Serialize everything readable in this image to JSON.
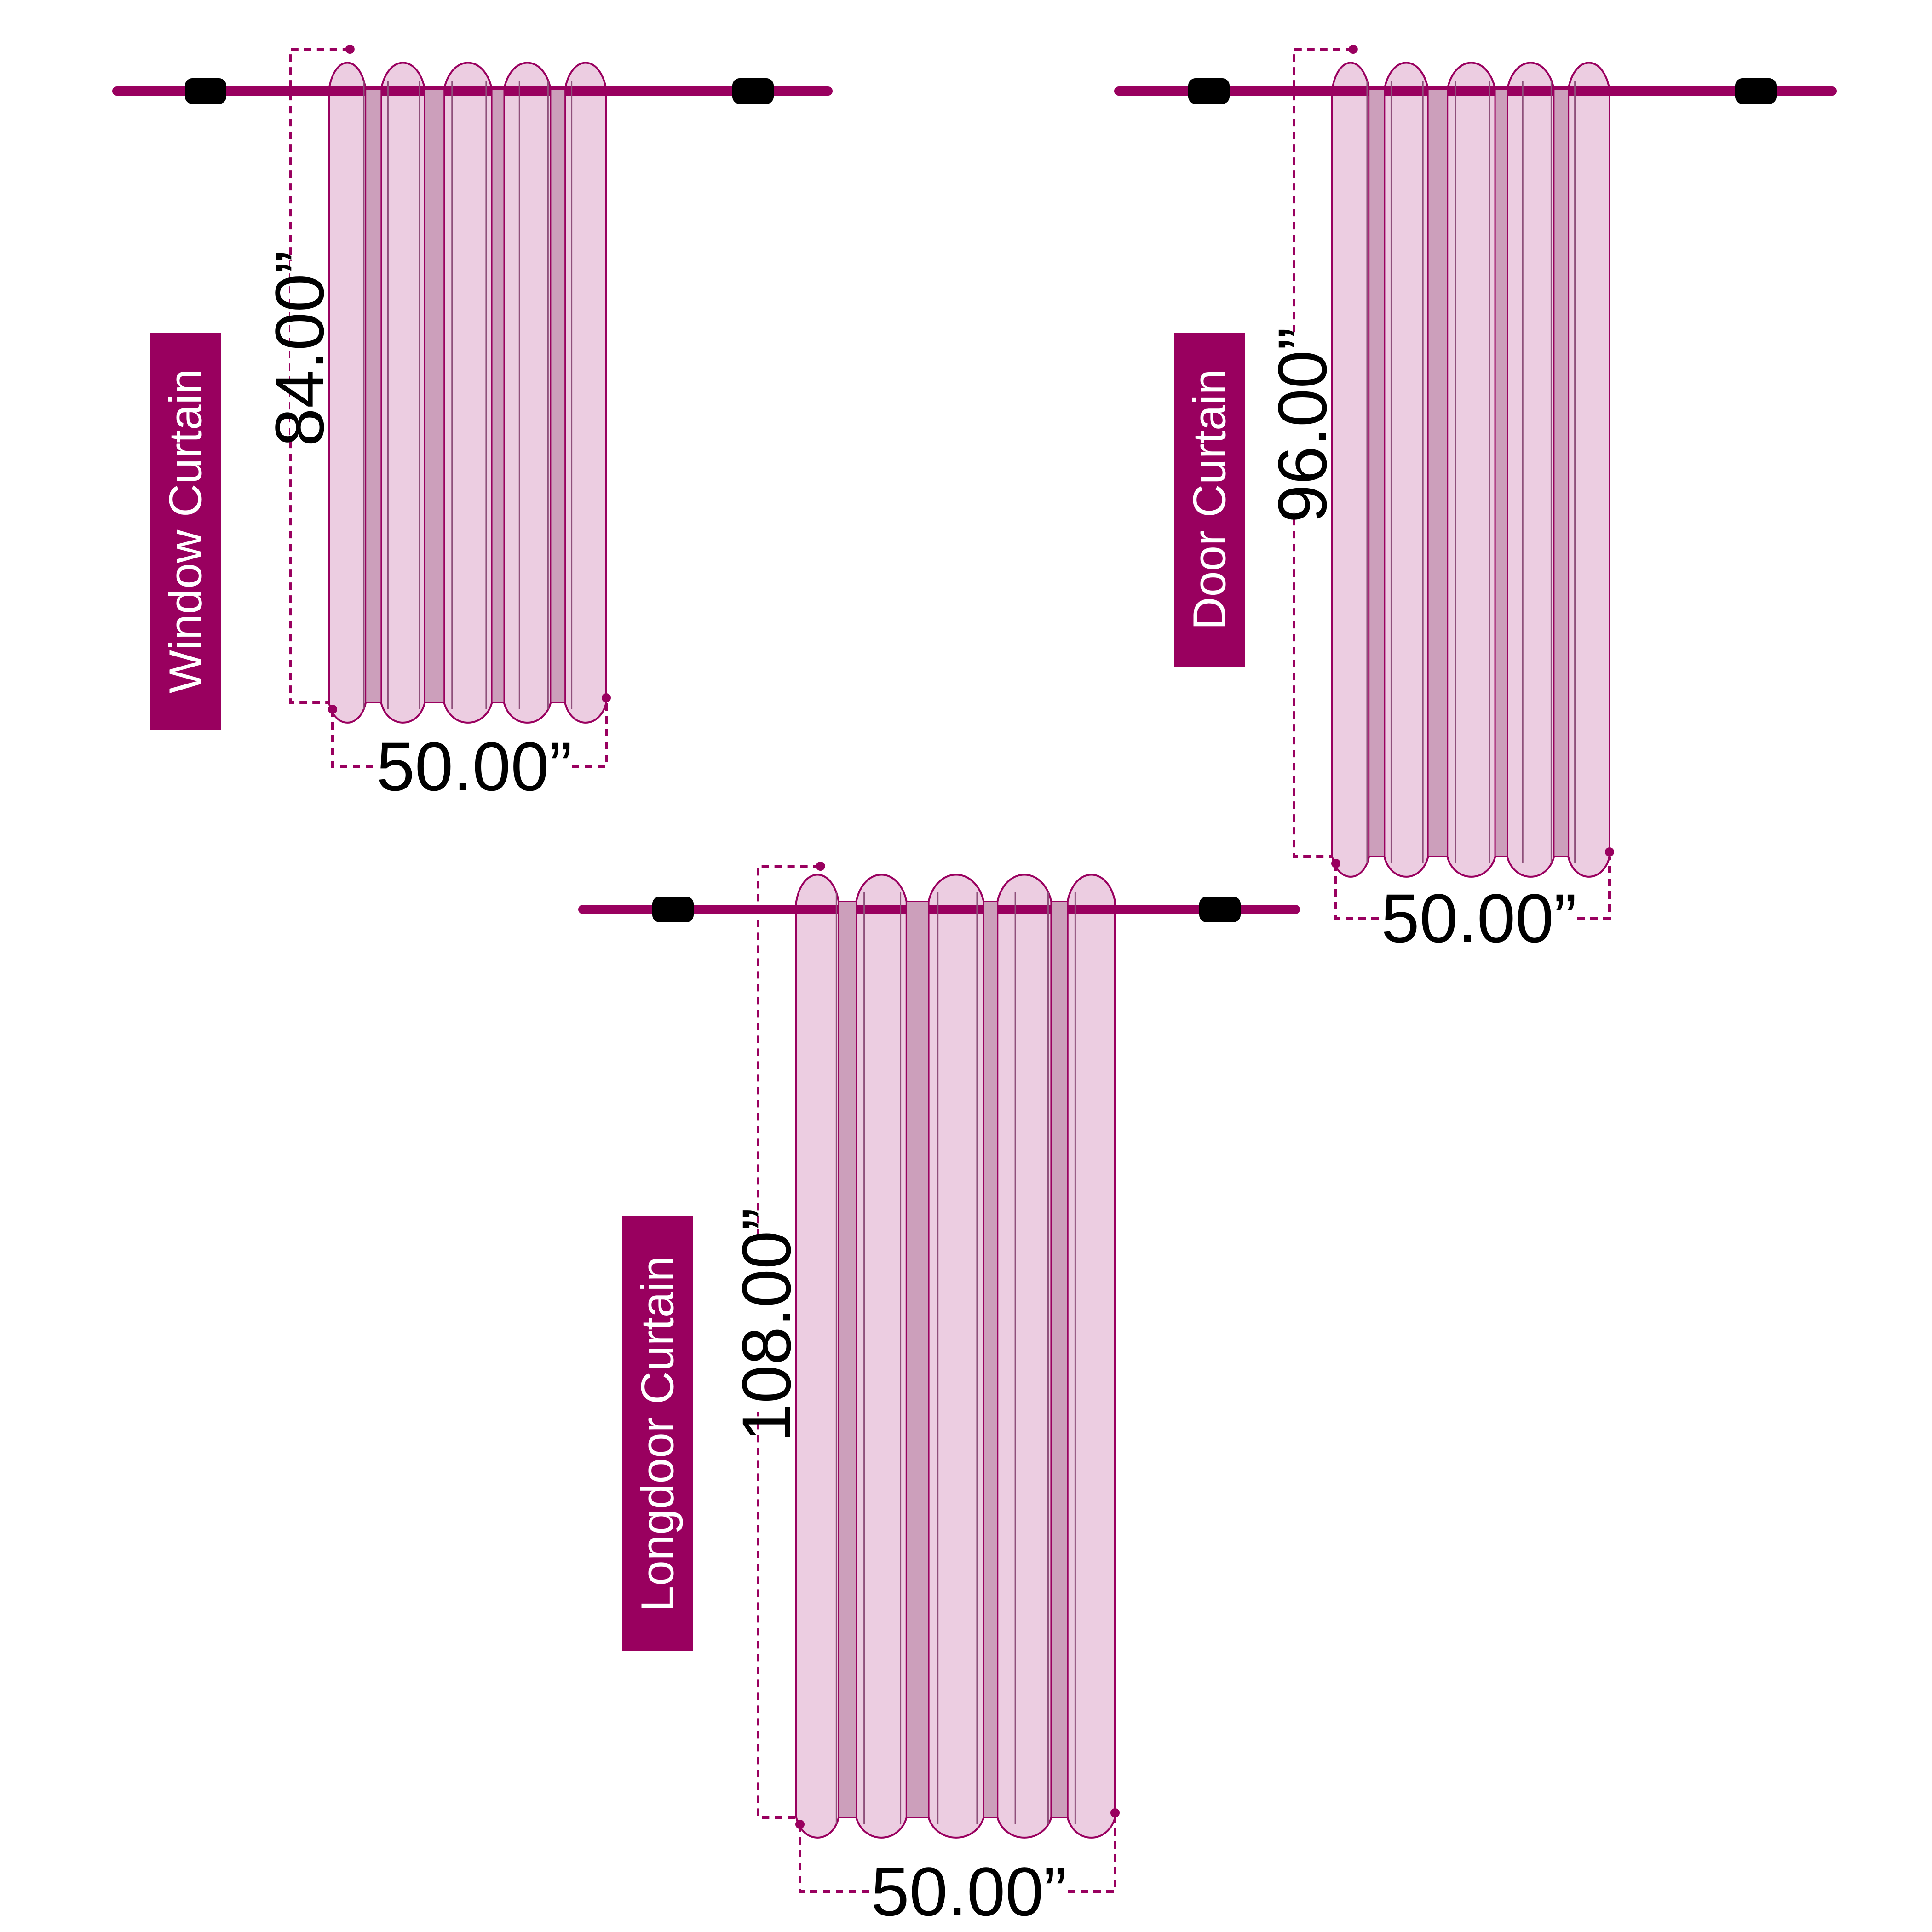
{
  "colors": {
    "accent": "#99005f",
    "fabric": "#eccde1",
    "fold_shadow": "#cc9fbb",
    "fold_line": "#8e4f7a",
    "bracket": "#000000"
  },
  "curtains": [
    {
      "label": "Window Curtain",
      "height": "84.00”",
      "width": "50.00”"
    },
    {
      "label": "Door Curtain",
      "height": "96.00”",
      "width": "50.00”"
    },
    {
      "label": "Longdoor Curtain",
      "height": "108.00”",
      "width": "50.00”"
    }
  ]
}
